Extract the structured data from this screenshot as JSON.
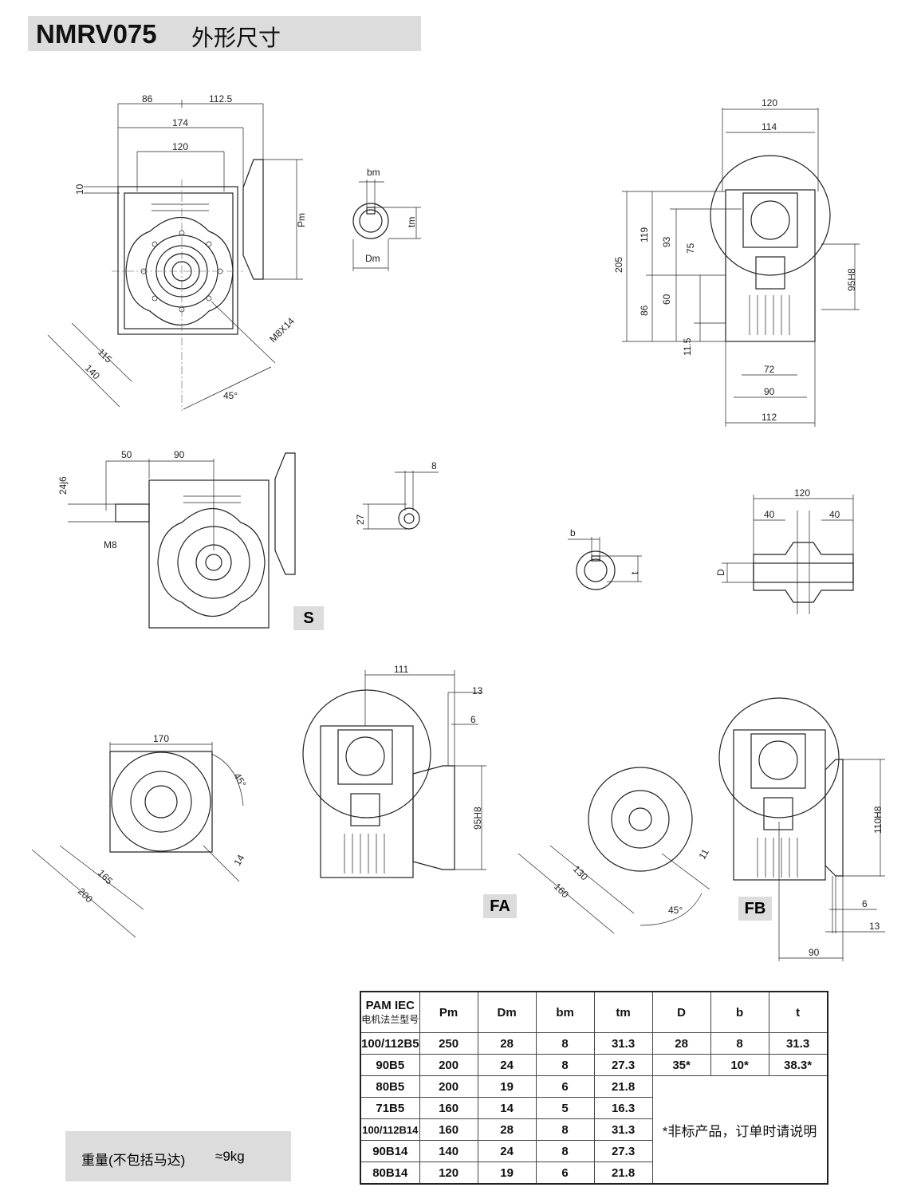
{
  "header": {
    "title": "NMRV075",
    "subtitle": "外形尺寸"
  },
  "view_front": {
    "d86": "86",
    "d112_5": "112.5",
    "d174": "174",
    "d120": "120",
    "d10": "10",
    "pm": "Pm",
    "m8x14": "M8X14",
    "d115": "115",
    "d140": "140",
    "a45": "45°"
  },
  "view_input_shaft": {
    "bm": "bm",
    "tm": "tm",
    "dm": "Dm"
  },
  "view_side": {
    "d120": "120",
    "d114": "114",
    "d205": "205",
    "d119": "119",
    "d93": "93",
    "d75": "75",
    "d86": "86",
    "d60": "60",
    "d11_5": "11.5",
    "d95h8": "95H8",
    "d72": "72",
    "d90": "90",
    "d112": "112"
  },
  "view_s": {
    "d50": "50",
    "d90": "90",
    "d24j6": "24j6",
    "m8": "M8",
    "tag": "S"
  },
  "view_shaft_end": {
    "d8": "8",
    "d27": "27"
  },
  "view_hollow_key": {
    "b": "b",
    "t": "t"
  },
  "view_section": {
    "d120": "120",
    "d40a": "40",
    "d40b": "40",
    "D": "D"
  },
  "view_flange_sq": {
    "d170": "170",
    "a45": "45°",
    "d14": "14",
    "d165": "165",
    "d200": "200"
  },
  "view_fa": {
    "d111": "111",
    "d13": "13",
    "d6": "6",
    "d95h8": "95H8",
    "tag": "FA"
  },
  "view_round": {
    "d11": "11",
    "d130": "130",
    "d160": "160",
    "a45": "45°"
  },
  "view_fb": {
    "d110h8": "110H8",
    "d6": "6",
    "d13": "13",
    "d90": "90",
    "tag": "FB"
  },
  "table": {
    "headers": [
      "PAM IEC",
      "电机法兰型号",
      "Pm",
      "Dm",
      "bm",
      "tm",
      "D",
      "b",
      "t"
    ],
    "rows": [
      [
        "100/112B5",
        "250",
        "28",
        "8",
        "31.3",
        "28",
        "8",
        "31.3"
      ],
      [
        "90B5",
        "200",
        "24",
        "8",
        "27.3",
        "35*",
        "10*",
        "38.3*"
      ],
      [
        "80B5",
        "200",
        "19",
        "6",
        "21.8"
      ],
      [
        "71B5",
        "160",
        "14",
        "5",
        "16.3"
      ],
      [
        "100/112B14",
        "160",
        "28",
        "8",
        "31.3"
      ],
      [
        "90B14",
        "140",
        "24",
        "8",
        "27.3"
      ],
      [
        "80B14",
        "120",
        "19",
        "6",
        "21.8"
      ]
    ],
    "note": "*非标产品，订单时请说明"
  },
  "weight": {
    "label": "重量(不包括马达)",
    "value": "≈9kg"
  }
}
